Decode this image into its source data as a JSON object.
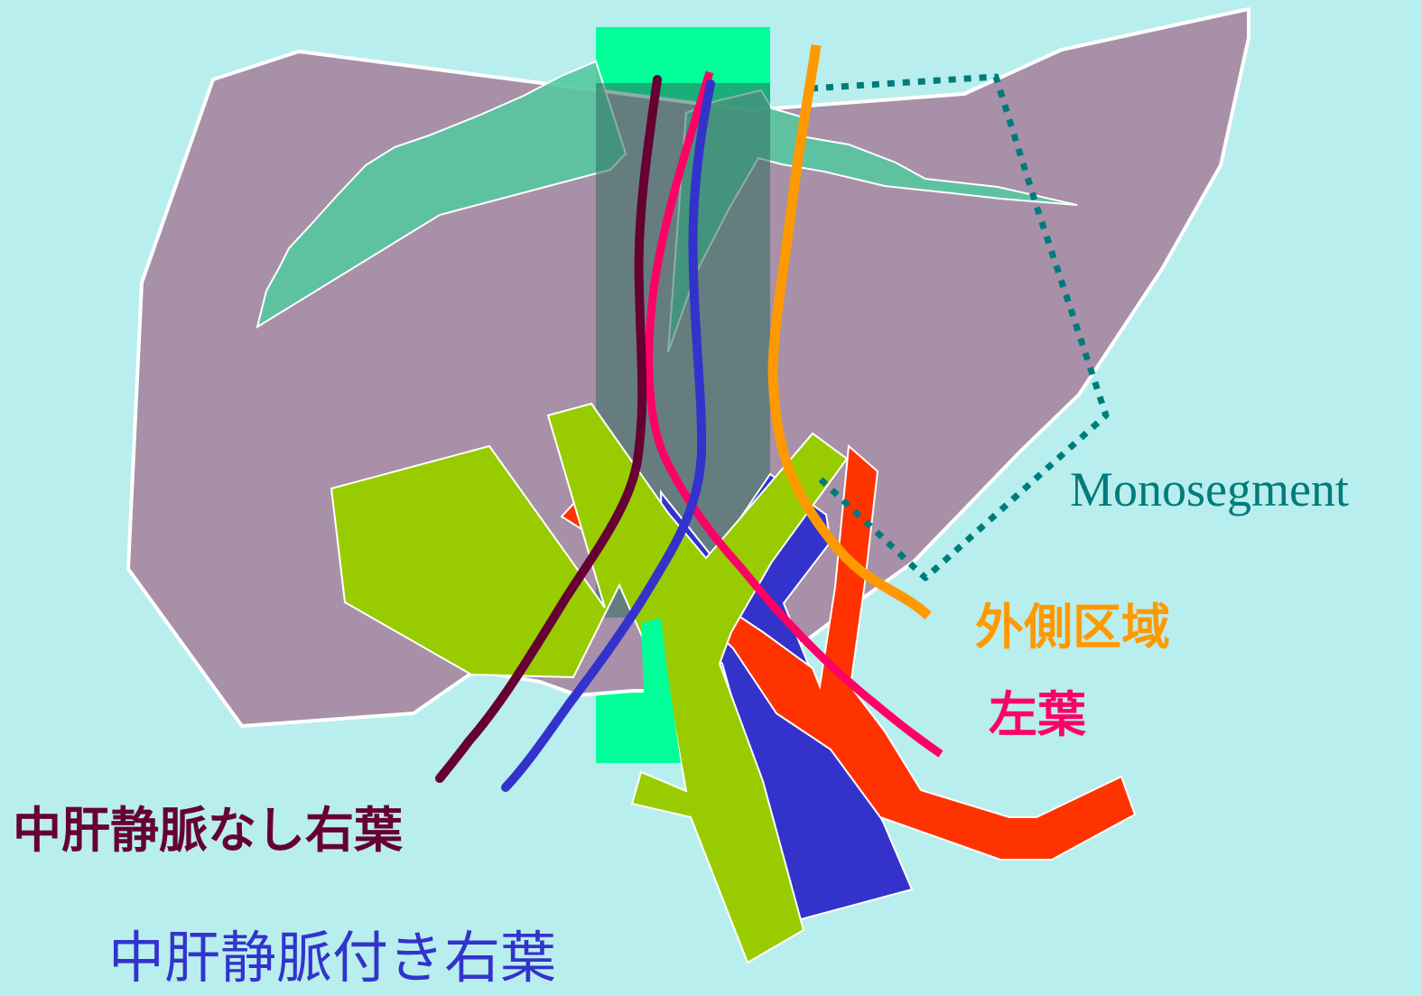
{
  "colors": {
    "background": "#b8eeee",
    "liver": "#a890a8",
    "liver_outline": "#ffffff",
    "hepatic_vein": "#55c8a0",
    "graft_band": "#00ff99",
    "graft_band_overlap": "#4e957f",
    "portal_vein": "#99cc00",
    "artery": "#ff3300",
    "bile_duct": "#3333cc",
    "monosegment": "#007b7b",
    "lateral_segment": "#ff9900",
    "left_lobe": "#ff0066",
    "right_lobe_without_mhv": "#660033",
    "right_lobe_with_mhv": "#3333cc"
  },
  "labels": {
    "monosegment": "Monosegment",
    "lateral_segment": "外側区域",
    "left_lobe": "左葉",
    "right_lobe_without_mhv": "中肝静脈なし右葉",
    "right_lobe_with_mhv": "中肝静脈付き右葉"
  }
}
